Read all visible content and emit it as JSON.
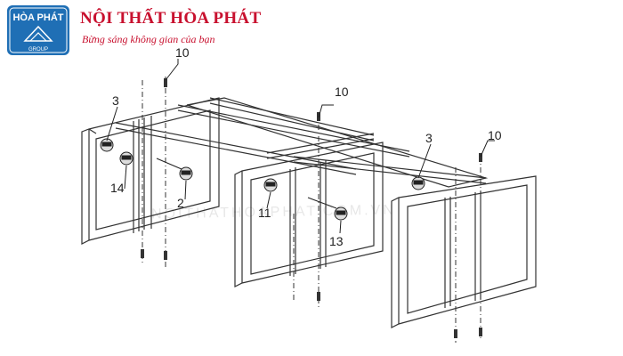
{
  "header": {
    "logo_text": "HÒA PHÁT",
    "logo_subtext": "GROUP",
    "title": "NỘI THẤT HÒA PHÁT",
    "slogan": "Bừng sáng không gian của bạn"
  },
  "watermark": "NOITHATHOAPHAT.COM.VN",
  "part_labels": {
    "screw_left": "10",
    "screw_middle": "10",
    "screw_right": "10",
    "bracket_left": "3",
    "bracket_right": "3",
    "connector_14": "14",
    "connector_2": "2",
    "connector_11": "11",
    "connector_13": "13"
  },
  "colors": {
    "brand_red": "#c8102e",
    "logo_blue": "#1f6fb5",
    "line": "#333333"
  }
}
